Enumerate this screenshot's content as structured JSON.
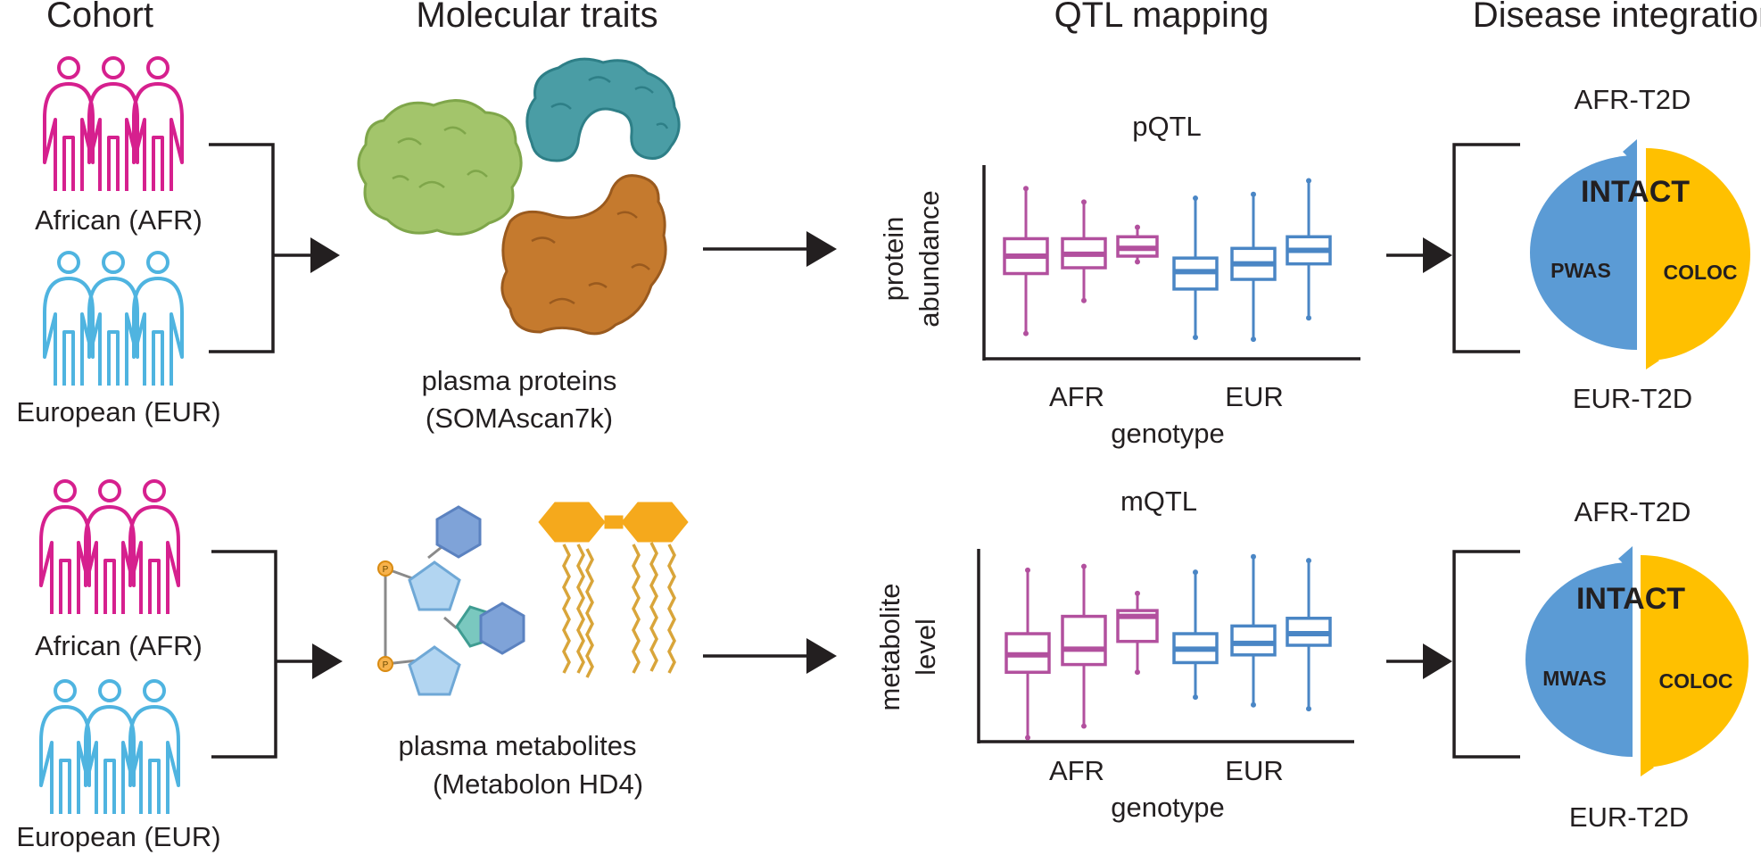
{
  "headers": {
    "cohort": "Cohort",
    "molecular_traits": "Molecular traits",
    "qtl_mapping": "QTL mapping",
    "disease_integration": "Disease integration"
  },
  "cohorts": {
    "african": "African (AFR)",
    "european": "European (EUR)"
  },
  "traits": {
    "proteins_line1": "plasma proteins",
    "proteins_line2": "(SOMAscan7k)",
    "metabolites_line1": "plasma metabolites",
    "metabolites_line2": "(Metabolon HD4)",
    "phosphate_glyph": "P"
  },
  "qtl": {
    "pqtl": {
      "title": "pQTL",
      "ylabel_line1": "protein",
      "ylabel_line2": "abundance",
      "xlabel": "genotype",
      "groups": [
        "AFR",
        "EUR"
      ]
    },
    "mqtl": {
      "title": "mQTL",
      "ylabel_line1": "metabolite",
      "ylabel_line2": "level",
      "xlabel": "genotype",
      "groups": [
        "AFR",
        "EUR"
      ]
    }
  },
  "disease": {
    "top": {
      "upper_label": "AFR-T2D",
      "lower_label": "EUR-T2D",
      "center": "INTACT",
      "left": "PWAS",
      "right": "COLOC"
    },
    "bottom": {
      "upper_label": "AFR-T2D",
      "lower_label": "EUR-T2D",
      "center": "INTACT",
      "left": "MWAS",
      "right": "COLOC"
    }
  },
  "colors": {
    "afr": "#d6208e",
    "eur": "#4fb4e0",
    "afr_box": "#b2509e",
    "eur_box": "#4a86c5",
    "pie_left": "#5b9bd5",
    "pie_right": "#ffc000"
  },
  "chart_data": [
    {
      "type": "box",
      "title": "pQTL",
      "xlabel": "genotype",
      "ylabel": "protein abundance",
      "groups": [
        "AFR",
        "EUR"
      ],
      "series": [
        {
          "group": "AFR",
          "boxes": [
            {
              "whisker_low": 0.14,
              "q1": 0.44,
              "median": 0.53,
              "q3": 0.62,
              "whisker_high": 0.87
            },
            {
              "whisker_low": 0.31,
              "q1": 0.47,
              "median": 0.54,
              "q3": 0.62,
              "whisker_high": 0.8
            },
            {
              "whisker_low": 0.51,
              "q1": 0.53,
              "median": 0.57,
              "q3": 0.63,
              "whisker_high": 0.67
            }
          ]
        },
        {
          "group": "EUR",
          "boxes": [
            {
              "whisker_low": 0.12,
              "q1": 0.36,
              "median": 0.45,
              "q3": 0.52,
              "whisker_high": 0.82
            },
            {
              "whisker_low": 0.11,
              "q1": 0.41,
              "median": 0.49,
              "q3": 0.57,
              "whisker_high": 0.84
            },
            {
              "whisker_low": 0.22,
              "q1": 0.49,
              "median": 0.56,
              "q3": 0.63,
              "whisker_high": 0.91
            }
          ]
        }
      ]
    },
    {
      "type": "box",
      "title": "mQTL",
      "xlabel": "genotype",
      "ylabel": "metabolite level",
      "groups": [
        "AFR",
        "EUR"
      ],
      "series": [
        {
          "group": "AFR",
          "boxes": [
            {
              "whisker_low": 0.03,
              "q1": 0.36,
              "median": 0.45,
              "q3": 0.56,
              "whisker_high": 0.88
            },
            {
              "whisker_low": 0.09,
              "q1": 0.4,
              "median": 0.48,
              "q3": 0.65,
              "whisker_high": 0.9
            },
            {
              "whisker_low": 0.37,
              "q1": 0.52,
              "median": 0.65,
              "q3": 0.68,
              "whisker_high": 0.76
            }
          ]
        },
        {
          "group": "EUR",
          "boxes": [
            {
              "whisker_low": 0.24,
              "q1": 0.41,
              "median": 0.48,
              "q3": 0.56,
              "whisker_high": 0.87
            },
            {
              "whisker_low": 0.2,
              "q1": 0.45,
              "median": 0.51,
              "q3": 0.6,
              "whisker_high": 0.95
            },
            {
              "whisker_low": 0.18,
              "q1": 0.5,
              "median": 0.56,
              "q3": 0.64,
              "whisker_high": 0.93
            }
          ]
        }
      ]
    }
  ]
}
